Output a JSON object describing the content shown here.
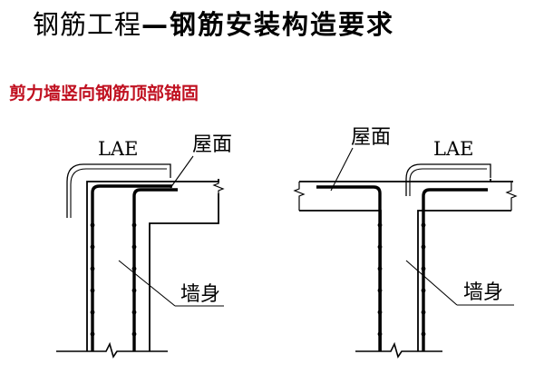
{
  "header": {
    "title_main": "钢筋工程",
    "title_rest": "—钢筋安装构造要求"
  },
  "subtitle": "剪力墙竖向钢筋顶部锚固",
  "left_detail": {
    "lae_label": "LAE",
    "roof_label": "屋面",
    "wall_label": "墙身"
  },
  "right_detail": {
    "roof_label": "屋面",
    "lae_label": "LAE",
    "wall_label": "墙身"
  },
  "colors": {
    "subtitle": "#c01020",
    "lines": "#000000"
  }
}
